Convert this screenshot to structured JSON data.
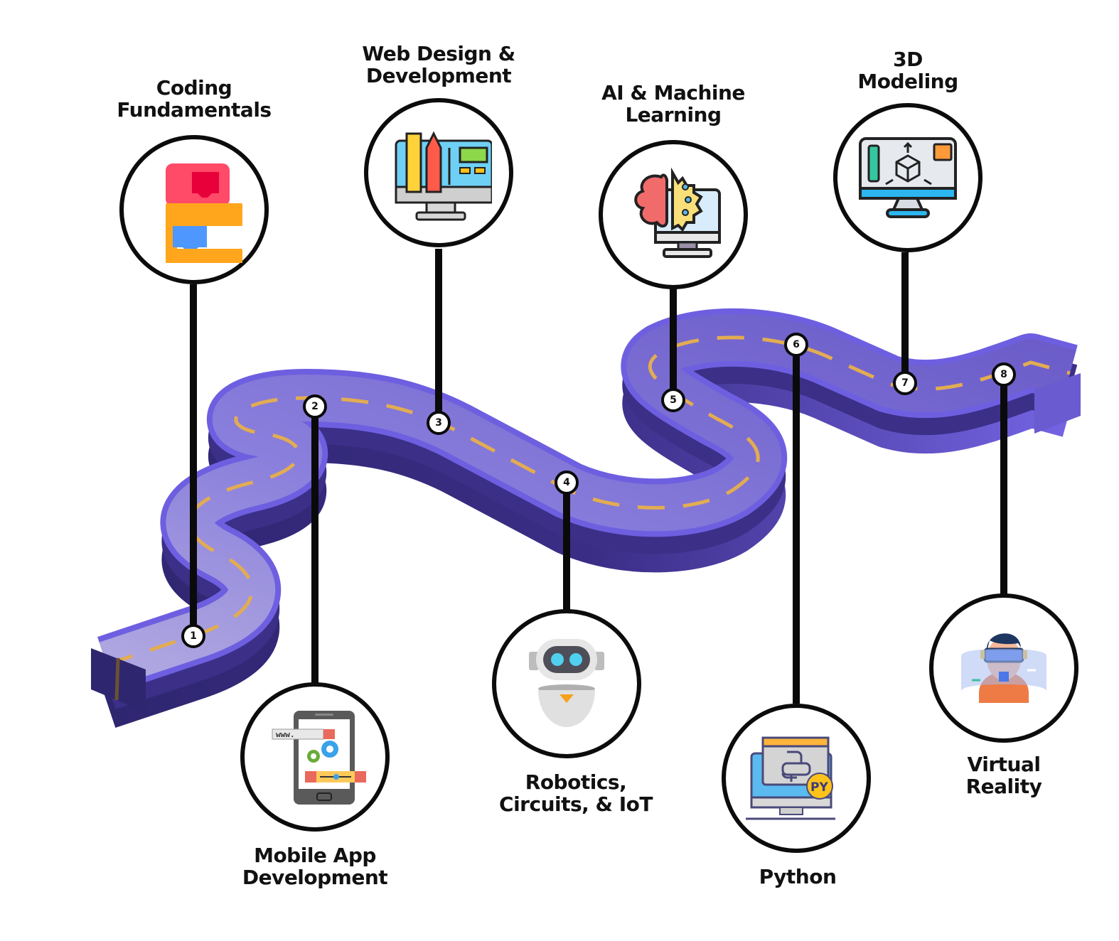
{
  "diagram": {
    "type": "roadmap",
    "colors": {
      "road_top": "#8a7fdc",
      "road_side_dark": "#352a7a",
      "road_side_light": "#7464e3",
      "dash": "#e2ac52",
      "stem": "#0a0a0a",
      "circle_border": "#0c0c0c"
    },
    "milestones": [
      {
        "number": "1",
        "title_lines": [
          "Coding",
          "Fundamentals"
        ],
        "icon": "code-blocks-icon",
        "label_position": "top"
      },
      {
        "number": "2",
        "title_lines": [
          "Mobile App",
          "Development"
        ],
        "icon": "mobile-app-icon",
        "label_position": "bottom"
      },
      {
        "number": "3",
        "title_lines": [
          "Web Design &",
          "Development"
        ],
        "icon": "web-design-icon",
        "label_position": "top"
      },
      {
        "number": "4",
        "title_lines": [
          "Robotics,",
          "Circuits, & IoT"
        ],
        "icon": "robot-icon",
        "label_position": "bottom"
      },
      {
        "number": "5",
        "title_lines": [
          "AI & Machine",
          "Learning"
        ],
        "icon": "ai-brain-icon",
        "label_position": "top"
      },
      {
        "number": "6",
        "title_lines": [
          "Python"
        ],
        "icon": "python-icon",
        "label_position": "bottom"
      },
      {
        "number": "7",
        "title_lines": [
          "3D",
          "Modeling"
        ],
        "icon": "3d-modeling-icon",
        "label_position": "top"
      },
      {
        "number": "8",
        "title_lines": [
          "Virtual",
          "Reality"
        ],
        "icon": "vr-headset-icon",
        "label_position": "bottom"
      }
    ]
  }
}
